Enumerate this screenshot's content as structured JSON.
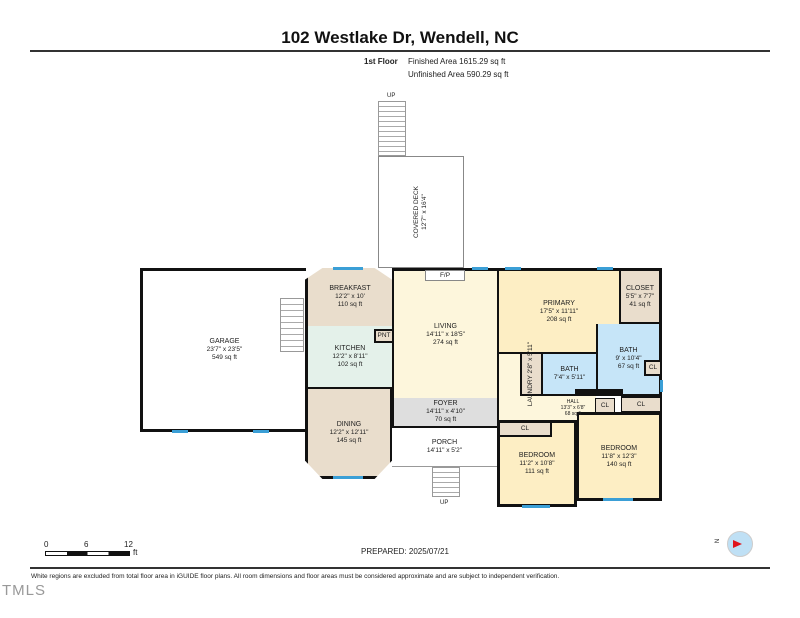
{
  "header": {
    "title": "102 Westlake Dr, Wendell, NC",
    "floor": "1st Floor",
    "finished": "Finished Area 1615.29 sq ft",
    "unfinished": "Unfinished Area 590.29 sq ft"
  },
  "rooms": {
    "garage": {
      "name": "GARAGE",
      "dim": "23'7\" x 23'5\"",
      "area": "549 sq ft"
    },
    "breakfast": {
      "name": "BREAKFAST",
      "dim": "12'2\" x 10'",
      "area": "110 sq ft"
    },
    "kitchen": {
      "name": "KITCHEN",
      "dim": "12'2\" x 8'11\"",
      "area": "102 sq ft"
    },
    "pantry": {
      "name": "PNT"
    },
    "dining": {
      "name": "DINING",
      "dim": "12'2\" x 12'11\"",
      "area": "145 sq ft"
    },
    "living": {
      "name": "LIVING",
      "dim": "14'11\" x 18'5\"",
      "area": "274 sq ft"
    },
    "fireplace": {
      "name": "F/P"
    },
    "foyer": {
      "name": "FOYER",
      "dim": "14'11\" x 4'10\"",
      "area": "70 sq ft"
    },
    "porch": {
      "name": "PORCH",
      "dim": "14'11\" x 5'2\""
    },
    "primary": {
      "name": "PRIMARY",
      "dim": "17'5\" x 11'11\"",
      "area": "208 sq ft"
    },
    "closet": {
      "name": "CLOSET",
      "dim": "5'5\" x 7'7\"",
      "area": "41 sq ft"
    },
    "bath1": {
      "name": "BATH",
      "dim": "9' x 10'4\"",
      "area": "67 sq ft"
    },
    "bath2": {
      "name": "BATH",
      "dim": "7'4\" x 5'11\""
    },
    "laundry": {
      "name": "LAUNDRY",
      "dim": "2'8\" x 5'11\""
    },
    "hall": {
      "name": "HALL",
      "dim": "13'3\" x 6'8\"",
      "area": "68 sq ft"
    },
    "bedroom1": {
      "name": "BEDROOM",
      "dim": "11'2\" x 10'8\"",
      "area": "111 sq ft"
    },
    "bedroom2": {
      "name": "BEDROOM",
      "dim": "11'8\" x 12'3\"",
      "area": "140 sq ft"
    },
    "covered_deck": {
      "name": "COVERED DECK",
      "dim": "12'7\" x 16'4\""
    },
    "cl": "CL"
  },
  "stairs": {
    "up": "UP"
  },
  "scale": {
    "labels": [
      "0",
      "6",
      "12"
    ],
    "unit": "ft"
  },
  "prepared": "PREPARED: 2025/07/21",
  "compass": {
    "label": "N"
  },
  "footer": {
    "disclaimer": "White regions are excluded from total floor area in iGUIDE floor plans. All room dimensions and floor areas must be considered approximate and are subject to independent verification.",
    "logo": "TMLS"
  },
  "colors": {
    "tan": "#e9ddcc",
    "green": "#e4f1ea",
    "cream": "#fdf6dc",
    "yellow": "#fdeec4",
    "blue": "#c6e5f8",
    "gray": "#dedede",
    "window": "#3b9fd6"
  }
}
